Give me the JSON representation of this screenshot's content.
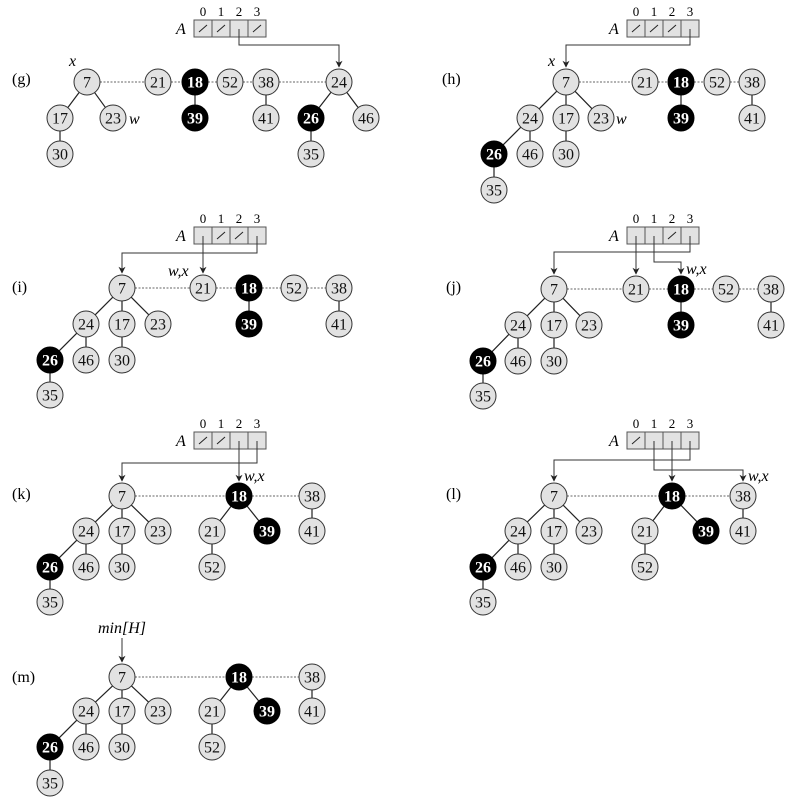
{
  "figure": {
    "panels": [
      {
        "id": "g",
        "label": "(g)",
        "array": {
          "name": "A",
          "indices": [
            "0",
            "1",
            "2",
            "3"
          ],
          "nil": [
            true,
            true,
            false,
            true
          ]
        },
        "nodes": [
          {
            "key": "7",
            "black": false
          },
          {
            "key": "21",
            "black": false
          },
          {
            "key": "18",
            "black": true
          },
          {
            "key": "52",
            "black": false
          },
          {
            "key": "38",
            "black": false
          },
          {
            "key": "24",
            "black": false
          },
          {
            "key": "17",
            "black": false
          },
          {
            "key": "23",
            "black": false
          },
          {
            "key": "39",
            "black": true
          },
          {
            "key": "41",
            "black": false
          },
          {
            "key": "26",
            "black": true
          },
          {
            "key": "46",
            "black": false
          },
          {
            "key": "30",
            "black": false
          },
          {
            "key": "35",
            "black": false
          }
        ],
        "root_list": [
          0,
          1,
          2,
          3,
          4,
          5
        ],
        "edges": [
          [
            0,
            6
          ],
          [
            0,
            7
          ],
          [
            2,
            8
          ],
          [
            4,
            9
          ],
          [
            5,
            10
          ],
          [
            5,
            11
          ],
          [
            6,
            12
          ],
          [
            10,
            13
          ]
        ],
        "annotations": [
          "x",
          "w"
        ]
      },
      {
        "id": "h",
        "label": "(h)",
        "array": {
          "name": "A",
          "indices": [
            "0",
            "1",
            "2",
            "3"
          ],
          "nil": [
            true,
            true,
            true,
            false
          ]
        },
        "nodes": [
          {
            "key": "7",
            "black": false
          },
          {
            "key": "21",
            "black": false
          },
          {
            "key": "18",
            "black": true
          },
          {
            "key": "52",
            "black": false
          },
          {
            "key": "38",
            "black": false
          },
          {
            "key": "24",
            "black": false
          },
          {
            "key": "17",
            "black": false
          },
          {
            "key": "23",
            "black": false
          },
          {
            "key": "39",
            "black": true
          },
          {
            "key": "41",
            "black": false
          },
          {
            "key": "26",
            "black": true
          },
          {
            "key": "46",
            "black": false
          },
          {
            "key": "30",
            "black": false
          },
          {
            "key": "35",
            "black": false
          }
        ],
        "root_list": [
          0,
          1,
          2,
          3,
          4
        ],
        "edges": [
          [
            0,
            5
          ],
          [
            0,
            6
          ],
          [
            0,
            7
          ],
          [
            2,
            8
          ],
          [
            4,
            9
          ],
          [
            5,
            10
          ],
          [
            5,
            11
          ],
          [
            6,
            12
          ],
          [
            10,
            13
          ]
        ],
        "annotations": [
          "x",
          "w"
        ]
      },
      {
        "id": "i",
        "label": "(i)",
        "array": {
          "name": "A",
          "indices": [
            "0",
            "1",
            "2",
            "3"
          ],
          "nil": [
            false,
            true,
            true,
            false
          ]
        },
        "nodes": [
          {
            "key": "7",
            "black": false
          },
          {
            "key": "21",
            "black": false
          },
          {
            "key": "18",
            "black": true
          },
          {
            "key": "52",
            "black": false
          },
          {
            "key": "38",
            "black": false
          },
          {
            "key": "24",
            "black": false
          },
          {
            "key": "17",
            "black": false
          },
          {
            "key": "23",
            "black": false
          },
          {
            "key": "39",
            "black": true
          },
          {
            "key": "41",
            "black": false
          },
          {
            "key": "26",
            "black": true
          },
          {
            "key": "46",
            "black": false
          },
          {
            "key": "30",
            "black": false
          },
          {
            "key": "35",
            "black": false
          }
        ],
        "root_list": [
          0,
          1,
          2,
          3,
          4
        ],
        "edges": [
          [
            0,
            5
          ],
          [
            0,
            6
          ],
          [
            0,
            7
          ],
          [
            2,
            8
          ],
          [
            4,
            9
          ],
          [
            5,
            10
          ],
          [
            5,
            11
          ],
          [
            6,
            12
          ],
          [
            10,
            13
          ]
        ],
        "annotations": [
          "w,x"
        ]
      },
      {
        "id": "j",
        "label": "(j)",
        "array": {
          "name": "A",
          "indices": [
            "0",
            "1",
            "2",
            "3"
          ],
          "nil": [
            false,
            false,
            true,
            false
          ]
        },
        "nodes": [
          {
            "key": "7",
            "black": false
          },
          {
            "key": "21",
            "black": false
          },
          {
            "key": "18",
            "black": true
          },
          {
            "key": "52",
            "black": false
          },
          {
            "key": "38",
            "black": false
          },
          {
            "key": "24",
            "black": false
          },
          {
            "key": "17",
            "black": false
          },
          {
            "key": "23",
            "black": false
          },
          {
            "key": "39",
            "black": true
          },
          {
            "key": "41",
            "black": false
          },
          {
            "key": "26",
            "black": true
          },
          {
            "key": "46",
            "black": false
          },
          {
            "key": "30",
            "black": false
          },
          {
            "key": "35",
            "black": false
          }
        ],
        "root_list": [
          0,
          1,
          2,
          3,
          4
        ],
        "edges": [
          [
            0,
            5
          ],
          [
            0,
            6
          ],
          [
            0,
            7
          ],
          [
            2,
            8
          ],
          [
            4,
            9
          ],
          [
            5,
            10
          ],
          [
            5,
            11
          ],
          [
            6,
            12
          ],
          [
            10,
            13
          ]
        ],
        "annotations": [
          "w,x"
        ]
      },
      {
        "id": "k",
        "label": "(k)",
        "array": {
          "name": "A",
          "indices": [
            "0",
            "1",
            "2",
            "3"
          ],
          "nil": [
            true,
            true,
            false,
            false
          ]
        },
        "nodes": [
          {
            "key": "7",
            "black": false
          },
          {
            "key": "18",
            "black": true
          },
          {
            "key": "38",
            "black": false
          },
          {
            "key": "24",
            "black": false
          },
          {
            "key": "17",
            "black": false
          },
          {
            "key": "23",
            "black": false
          },
          {
            "key": "21",
            "black": false
          },
          {
            "key": "39",
            "black": true
          },
          {
            "key": "41",
            "black": false
          },
          {
            "key": "26",
            "black": true
          },
          {
            "key": "46",
            "black": false
          },
          {
            "key": "30",
            "black": false
          },
          {
            "key": "52",
            "black": false
          },
          {
            "key": "35",
            "black": false
          }
        ],
        "root_list": [
          0,
          1,
          2
        ],
        "edges": [
          [
            0,
            3
          ],
          [
            0,
            4
          ],
          [
            0,
            5
          ],
          [
            1,
            6
          ],
          [
            1,
            7
          ],
          [
            2,
            8
          ],
          [
            3,
            9
          ],
          [
            3,
            10
          ],
          [
            4,
            11
          ],
          [
            6,
            12
          ],
          [
            9,
            13
          ]
        ],
        "annotations": [
          "w,x"
        ]
      },
      {
        "id": "l",
        "label": "(l)",
        "array": {
          "name": "A",
          "indices": [
            "0",
            "1",
            "2",
            "3"
          ],
          "nil": [
            true,
            false,
            false,
            false
          ]
        },
        "nodes": [
          {
            "key": "7",
            "black": false
          },
          {
            "key": "18",
            "black": true
          },
          {
            "key": "38",
            "black": false
          },
          {
            "key": "24",
            "black": false
          },
          {
            "key": "17",
            "black": false
          },
          {
            "key": "23",
            "black": false
          },
          {
            "key": "21",
            "black": false
          },
          {
            "key": "39",
            "black": true
          },
          {
            "key": "41",
            "black": false
          },
          {
            "key": "26",
            "black": true
          },
          {
            "key": "46",
            "black": false
          },
          {
            "key": "30",
            "black": false
          },
          {
            "key": "52",
            "black": false
          },
          {
            "key": "35",
            "black": false
          }
        ],
        "root_list": [
          0,
          1,
          2
        ],
        "edges": [
          [
            0,
            3
          ],
          [
            0,
            4
          ],
          [
            0,
            5
          ],
          [
            1,
            6
          ],
          [
            1,
            7
          ],
          [
            2,
            8
          ],
          [
            3,
            9
          ],
          [
            3,
            10
          ],
          [
            4,
            11
          ],
          [
            6,
            12
          ],
          [
            9,
            13
          ]
        ],
        "annotations": [
          "w,x"
        ]
      },
      {
        "id": "m",
        "label": "(m)",
        "array": null,
        "nodes": [
          {
            "key": "7",
            "black": false
          },
          {
            "key": "18",
            "black": true
          },
          {
            "key": "38",
            "black": false
          },
          {
            "key": "24",
            "black": false
          },
          {
            "key": "17",
            "black": false
          },
          {
            "key": "23",
            "black": false
          },
          {
            "key": "21",
            "black": false
          },
          {
            "key": "39",
            "black": true
          },
          {
            "key": "41",
            "black": false
          },
          {
            "key": "26",
            "black": true
          },
          {
            "key": "46",
            "black": false
          },
          {
            "key": "30",
            "black": false
          },
          {
            "key": "52",
            "black": false
          },
          {
            "key": "35",
            "black": false
          }
        ],
        "root_list": [
          0,
          1,
          2
        ],
        "edges": [
          [
            0,
            3
          ],
          [
            0,
            4
          ],
          [
            0,
            5
          ],
          [
            1,
            6
          ],
          [
            1,
            7
          ],
          [
            2,
            8
          ],
          [
            3,
            9
          ],
          [
            3,
            10
          ],
          [
            4,
            11
          ],
          [
            6,
            12
          ],
          [
            9,
            13
          ]
        ],
        "annotations": [
          "min[H]"
        ]
      }
    ]
  }
}
